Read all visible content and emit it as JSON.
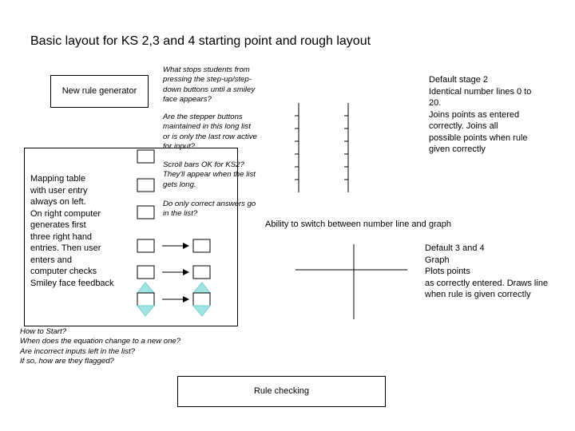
{
  "title": "Basic layout for KS 2,3 and 4 starting point and rough layout",
  "rule_generator": {
    "label": "New rule generator"
  },
  "mapping_table": {
    "description": "Mapping table\nwith user entry\nalways on left.\nOn right computer\ngenerates first\nthree right hand\nentries. Then user\nenters and\ncomputer checks\nSmiley face feedback"
  },
  "notes": {
    "stepper_stop": "What stops students from\npressing the step-up/step-\ndown buttons until a smiley\nface appears?",
    "stepper_maintained": "Are the stepper buttons\nmaintained in this long list\nor is only the last row active\nfor input?",
    "scroll_bars": "Scroll bars OK for KS2?\nThey'll appear when the list\ngets long.",
    "correct_only": "Do only correct answers go\nin the list?",
    "how_to_start": "How to Start?\nWhen does the equation change to a new one?\nAre incorrect inputs left in the list?\nIf so, how are they flagged?"
  },
  "default_stage2": "Default stage 2\nIdentical number lines 0 to\n20.\nJoins points as entered\ncorrectly.  Joins all\npossible points when rule\ngiven correctly",
  "switch_label": "Ability to switch between number line and graph",
  "default_stage34": "Default 3 and 4\nGraph\nPlots points\nas correctly entered. Draws line\nwhen rule is given correctly",
  "rule_checking": {
    "label": "Rule checking"
  }
}
